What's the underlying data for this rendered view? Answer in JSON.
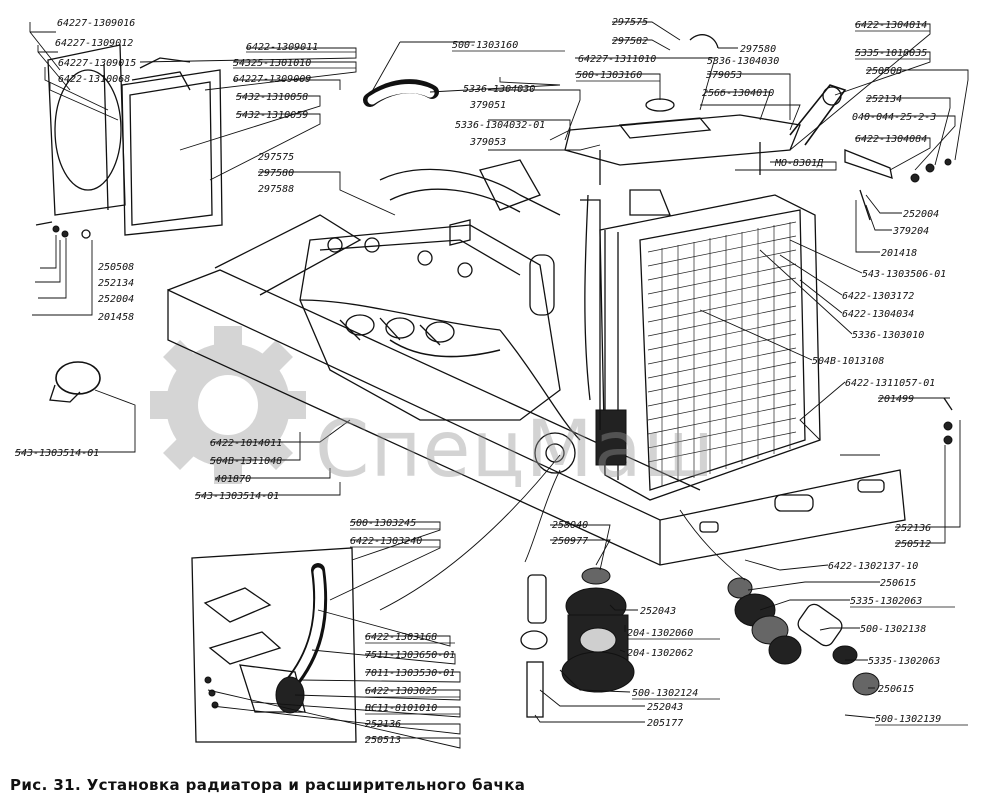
{
  "caption": "Рис. 31. Установка радиатора и расширительного бачка",
  "watermark": "СпецМаш",
  "labels": [
    "64227-1309016",
    "64227-1309012",
    "6422-1309011",
    "54325-1301010",
    "64227-1309009",
    "64227-1309015",
    "6422-1310068",
    "5432-1310058",
    "5432-1310059",
    "250508",
    "252134",
    "252004",
    "201458",
    "297575",
    "297580",
    "297588",
    "500-1303160",
    "500-1303160",
    "297575",
    "297582",
    "64227-1311010",
    "5336-1304030",
    "379053",
    "5336-1304030",
    "379051",
    "5336-1304032-01",
    "379053",
    "256б-1304010",
    "297580",
    "6422-1304014",
    "5335-1018035",
    "250508",
    "252134",
    "040-044-25-2-3",
    "6422-1304084",
    "МО-8301Д",
    "252004",
    "379204",
    "201418",
    "543-1303506-01",
    "6422-1303172",
    "6422-1304034",
    "5336-1303010",
    "504В-1013108",
    "6422-1311057-01",
    "201499",
    "543-1303514-01",
    "6422-1014011",
    "504В-1311048",
    "401870",
    "543-1303514-01",
    "252136",
    "250512",
    "6422-1302137-10",
    "250615",
    "5335-1302063",
    "500-1302138",
    "5335-1302063",
    "250615",
    "500-1302139",
    "500-1303245",
    "6422-1303240",
    "6422-1303168",
    "7511-1303650-01",
    "7011-1303530-01",
    "6422-1303025",
    "ВС11-8101010",
    "252136",
    "250513",
    "258040",
    "250977",
    "252043",
    "204-1302060",
    "204-1302062",
    "500-1302124",
    "252043",
    "205177"
  ]
}
